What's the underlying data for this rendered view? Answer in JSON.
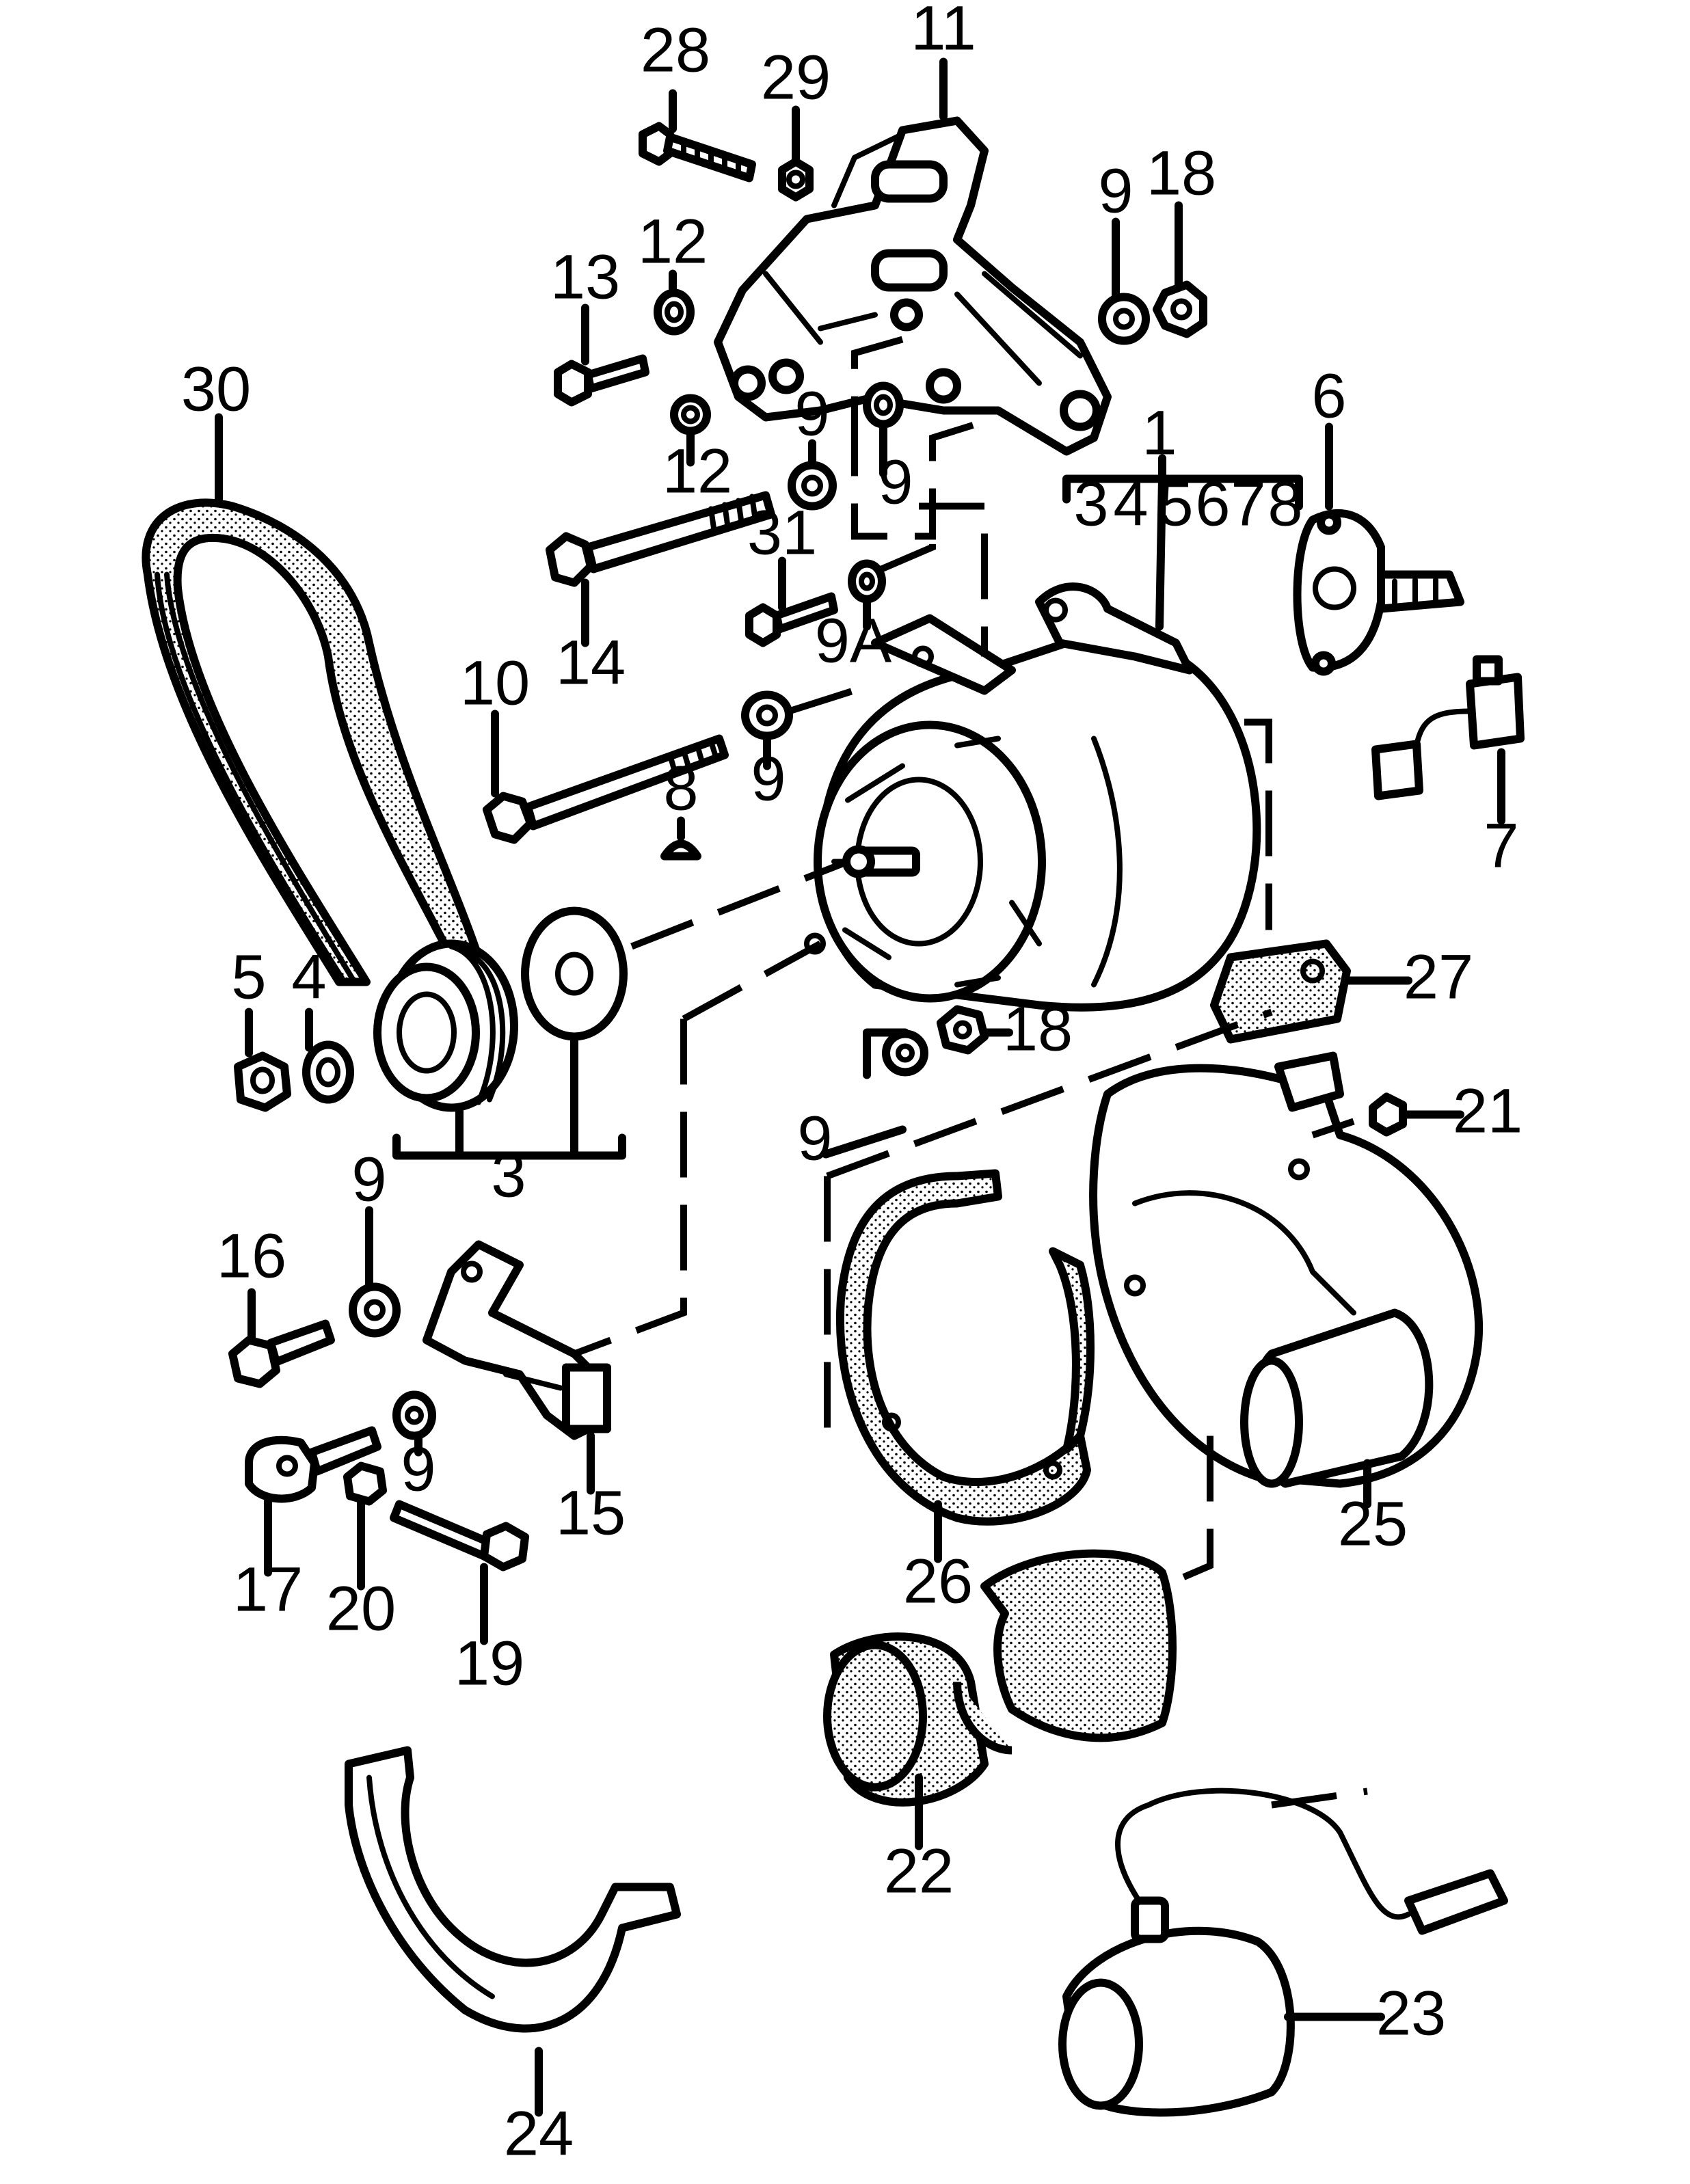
{
  "labels": {
    "l1": "1",
    "l3": "3",
    "l3b": "3",
    "l4": "4",
    "l4b": "4",
    "l5": "5",
    "l5b": "5",
    "l6": "6",
    "l6b": "6",
    "l7": "7",
    "l7b": "7",
    "l8": "8",
    "l8b": "8",
    "l9a": "9",
    "l9b": "9",
    "l9c": "9",
    "l9d": "9",
    "l9e": "9",
    "l9f": "9",
    "l9g": "9",
    "l9A": "9A",
    "l10": "10",
    "l11": "11",
    "l12a": "12",
    "l12b": "12",
    "l13": "13",
    "l14": "14",
    "l15": "15",
    "l16": "16",
    "l17": "17",
    "l18a": "18",
    "l18b": "18",
    "l19": "19",
    "l20": "20",
    "l21": "21",
    "l22": "22",
    "l23": "23",
    "l24": "24",
    "l25": "25",
    "l26": "26",
    "l27": "27",
    "l28": "28",
    "l29": "29",
    "l30": "30",
    "l31": "31"
  }
}
